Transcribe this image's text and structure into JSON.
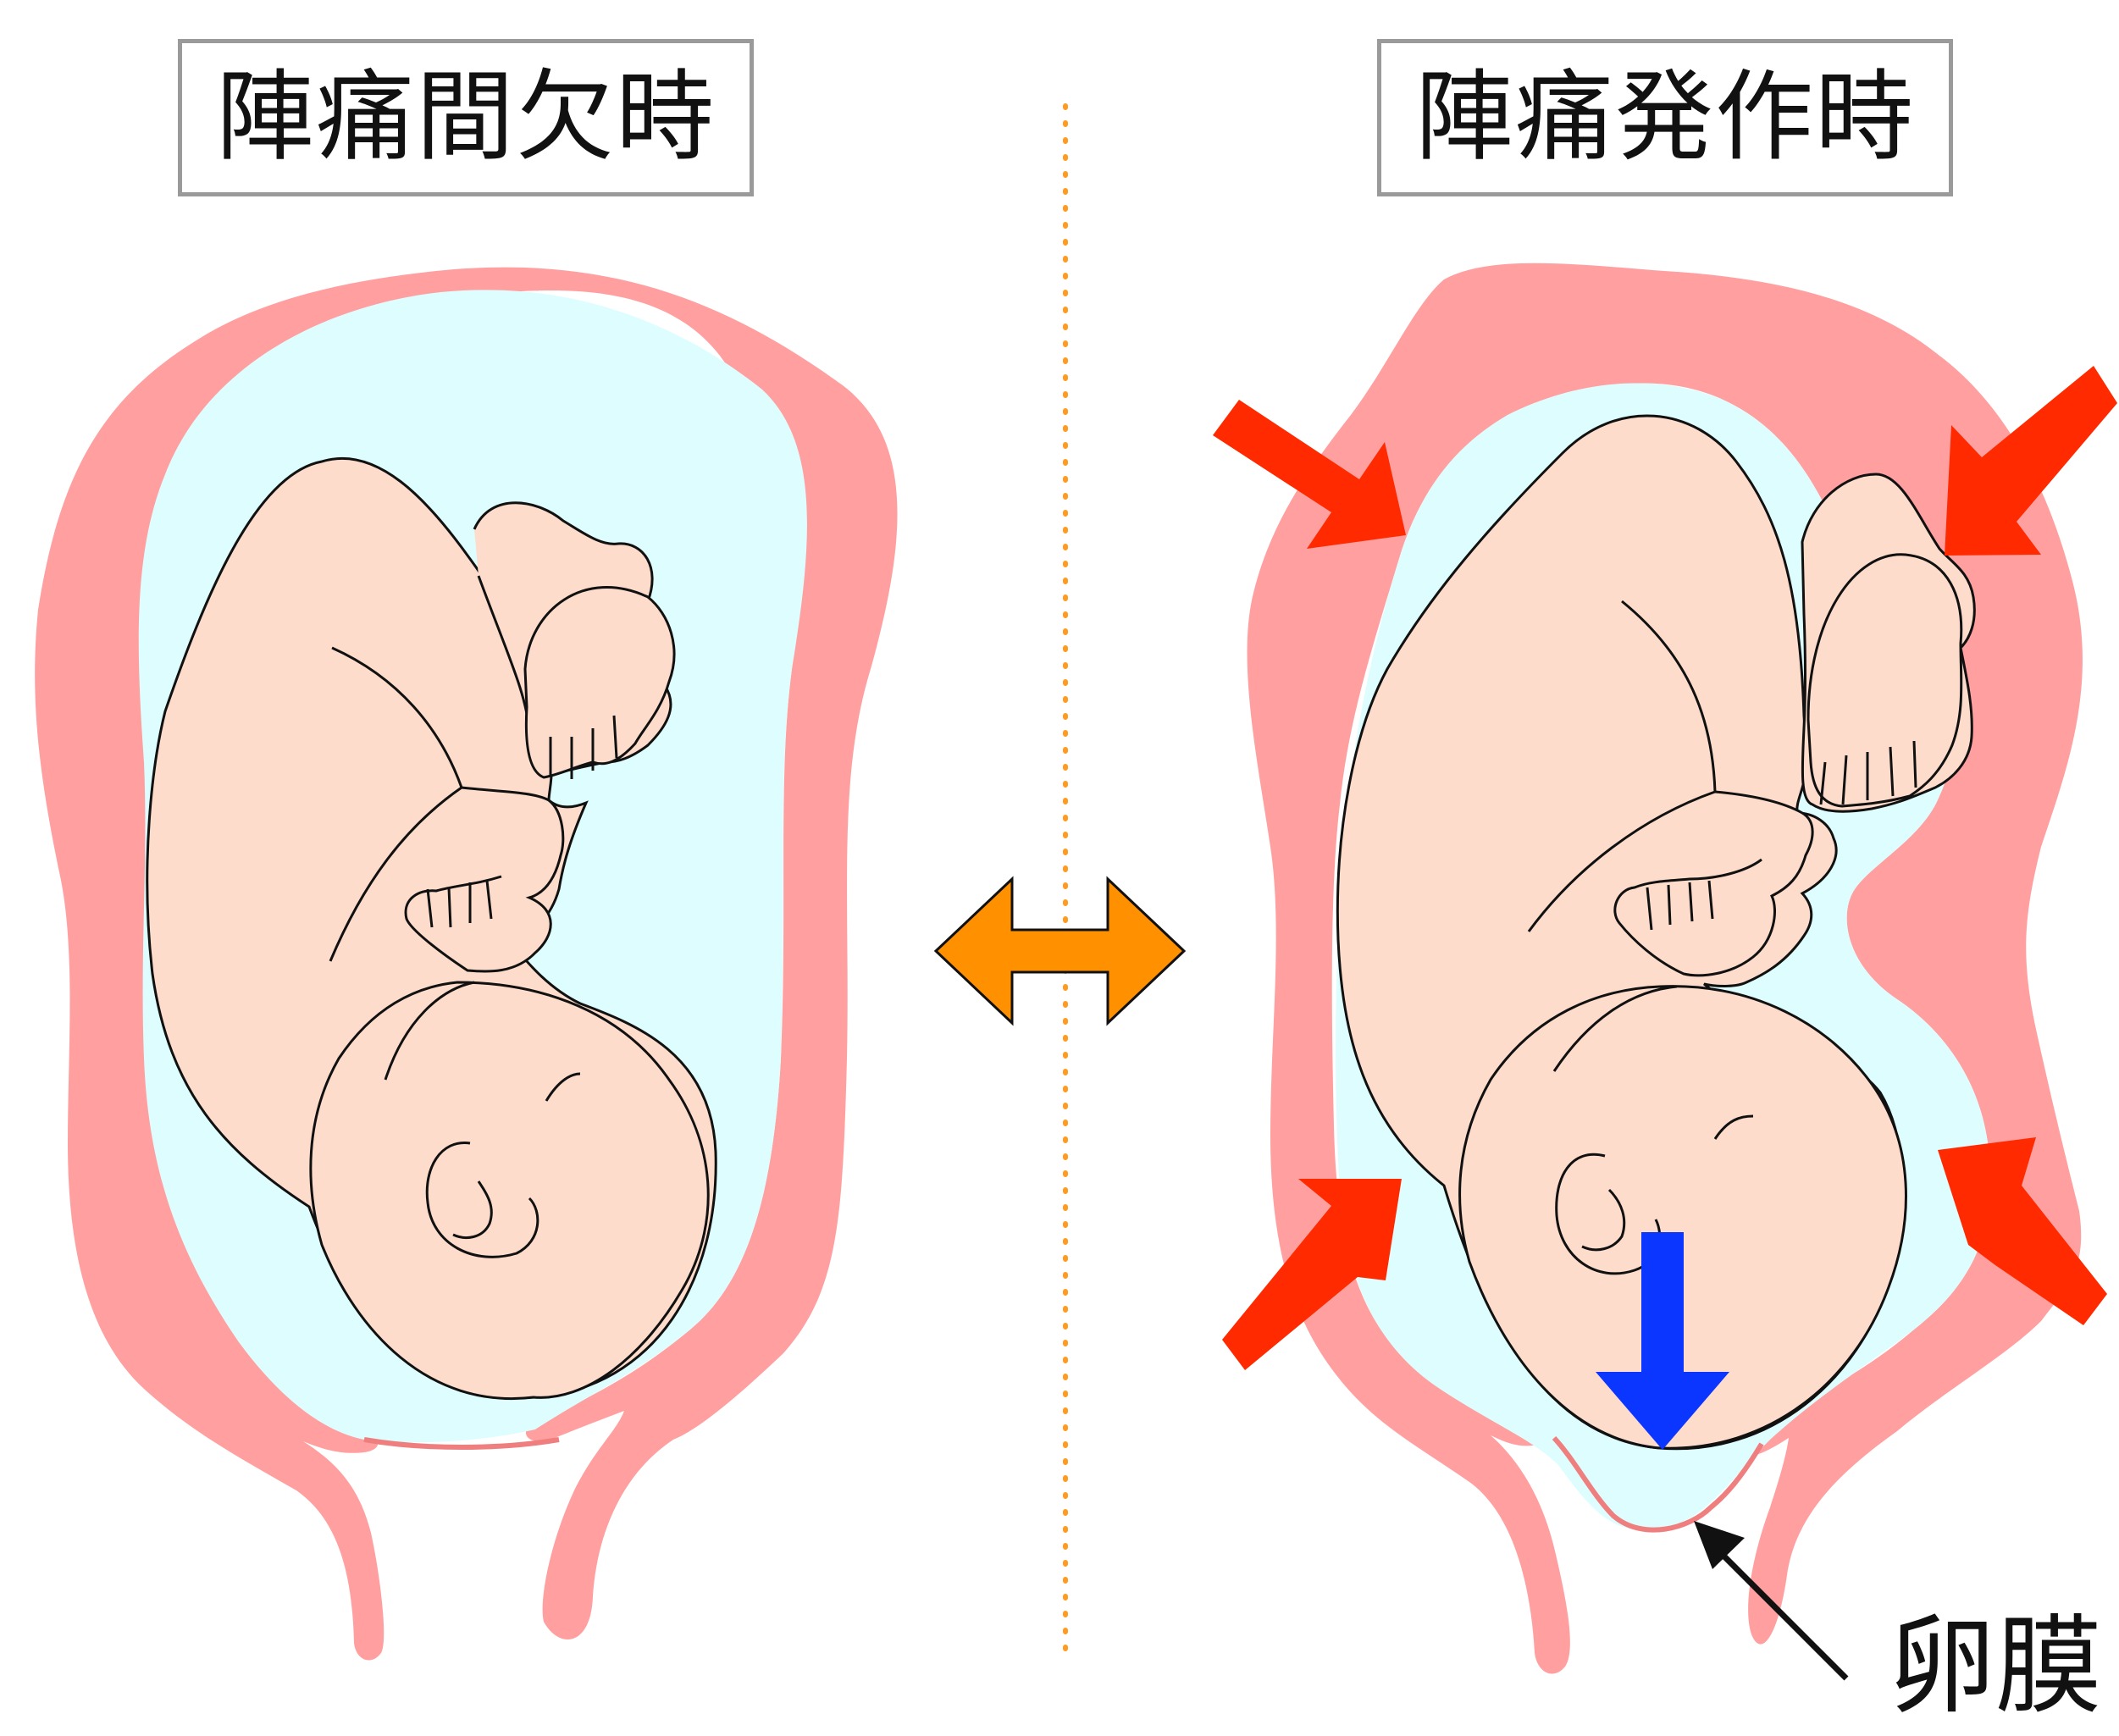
{
  "diagram": {
    "left_panel": {
      "title": "陣痛間欠時"
    },
    "right_panel": {
      "title": "陣痛発作時"
    },
    "labels": {
      "membrane": "卵膜"
    },
    "icons": {
      "between_panels": "double-headed-arrow-icon",
      "contraction": "contraction-arrow-icon",
      "descent": "down-arrow-icon"
    },
    "colors": {
      "uterus": "#ff9f9f",
      "amniotic_fluid": "#ddfdff",
      "fetus": "#fddccb",
      "contraction_arrow": "#ff2a00",
      "double_arrow": "#ff9000",
      "descent_arrow": "#0b36ff",
      "divider": "#ff9b20",
      "membrane": "#ef7f7f"
    }
  }
}
